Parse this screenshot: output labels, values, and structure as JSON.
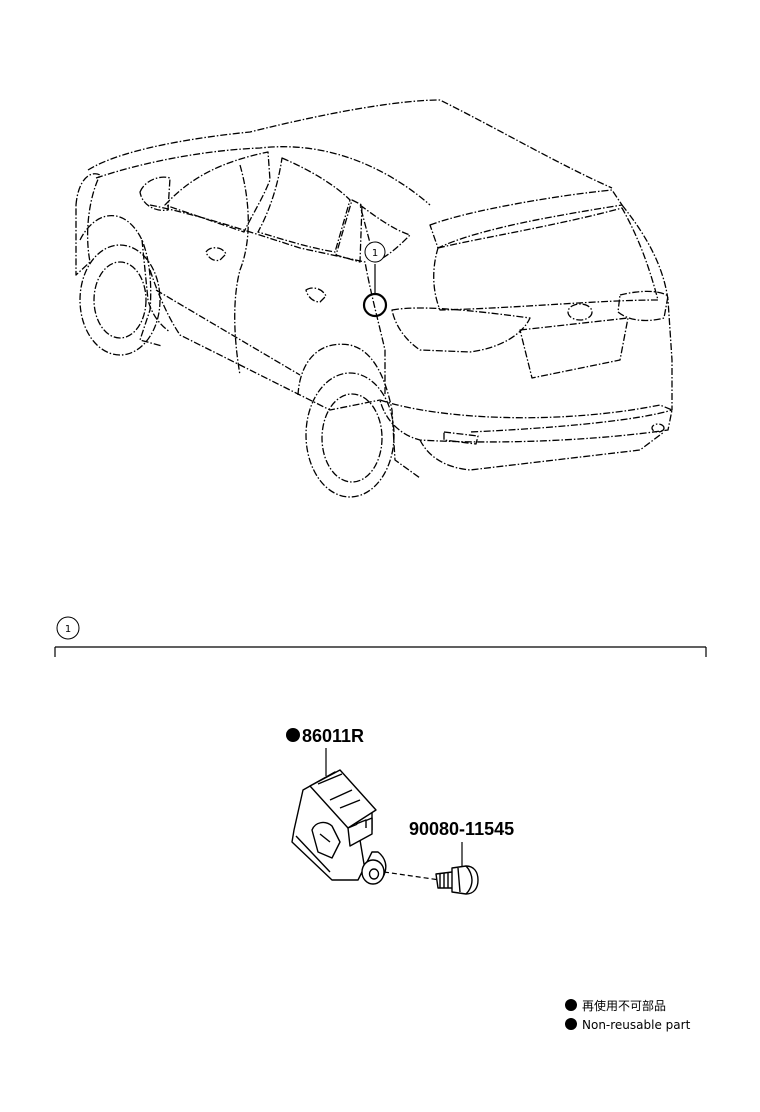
{
  "callouts": {
    "vehicle_callout": "1",
    "section_callout": "1"
  },
  "parts": [
    {
      "part_number": "86011R",
      "non_reusable": true
    },
    {
      "part_number": "90080-11545",
      "non_reusable": false
    }
  ],
  "legend": {
    "non_reusable_jp": "再使用不可部品",
    "non_reusable_en": "Non-reusable part"
  }
}
